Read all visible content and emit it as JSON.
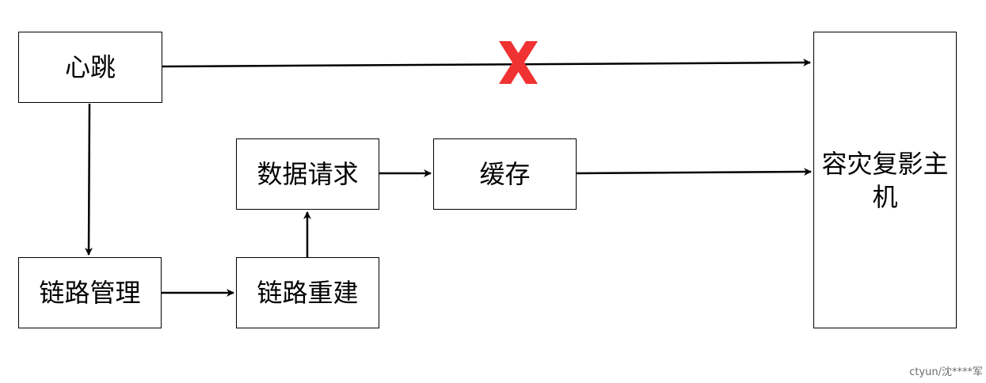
{
  "nodes": {
    "heartbeat": "心跳",
    "link_management": "链路管理",
    "link_rebuild": "链路重建",
    "data_request": "数据请求",
    "cache": "缓存",
    "dr_host": "容灾复影主机"
  },
  "edges": [
    {
      "from": "heartbeat",
      "to": "dr_host",
      "blocked": true
    },
    {
      "from": "heartbeat",
      "to": "link_management"
    },
    {
      "from": "link_management",
      "to": "link_rebuild"
    },
    {
      "from": "link_rebuild",
      "to": "data_request"
    },
    {
      "from": "data_request",
      "to": "cache"
    },
    {
      "from": "cache",
      "to": "dr_host"
    }
  ],
  "watermark": "ctyun/沈****军",
  "colors": {
    "stroke": "#000000",
    "blocked_mark": "#f03232",
    "watermark": "#6b6b6b"
  }
}
